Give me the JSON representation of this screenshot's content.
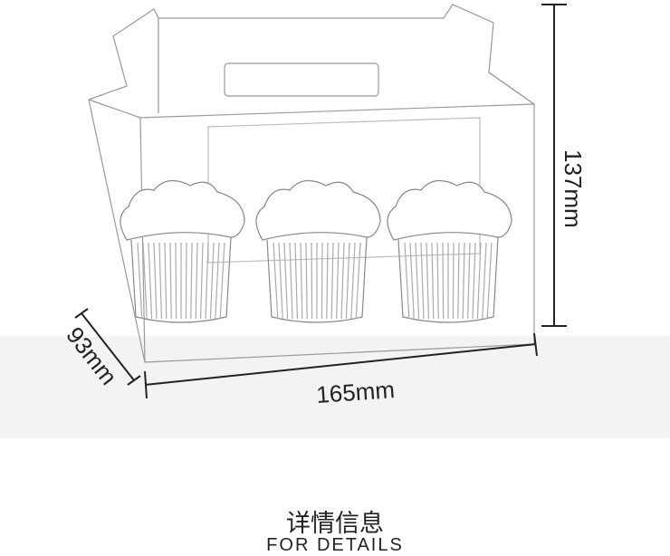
{
  "dimensions": {
    "height": "137mm",
    "width": "165mm",
    "depth": "93mm"
  },
  "section": {
    "title": "详情信息",
    "subtitle": "FOR DETAILS"
  }
}
